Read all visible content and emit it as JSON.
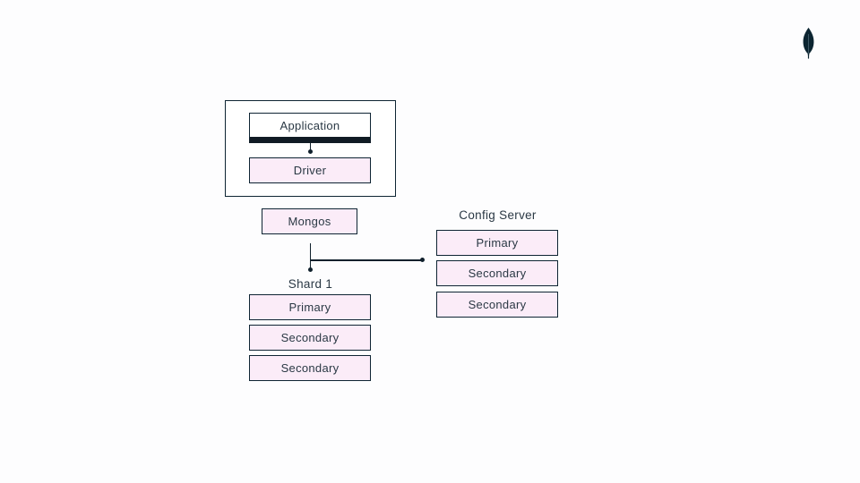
{
  "logo": {
    "name": "mongodb-leaf-logo",
    "color": "#0c2531"
  },
  "diagram": {
    "app_group": {
      "application_label": "Application",
      "driver_label": "Driver"
    },
    "mongos_label": "Mongos",
    "shard": {
      "label": "Shard 1",
      "nodes": [
        "Primary",
        "Secondary",
        "Secondary"
      ]
    },
    "config": {
      "label": "Config Server",
      "nodes": [
        "Primary",
        "Secondary",
        "Secondary"
      ]
    },
    "colors": {
      "node_fill_pink": "#fbecf8",
      "node_fill_white": "#ffffff",
      "border": "#0e2433",
      "text": "#2a3844",
      "accent_bar": "#101b24",
      "connector": "#10202c"
    }
  }
}
